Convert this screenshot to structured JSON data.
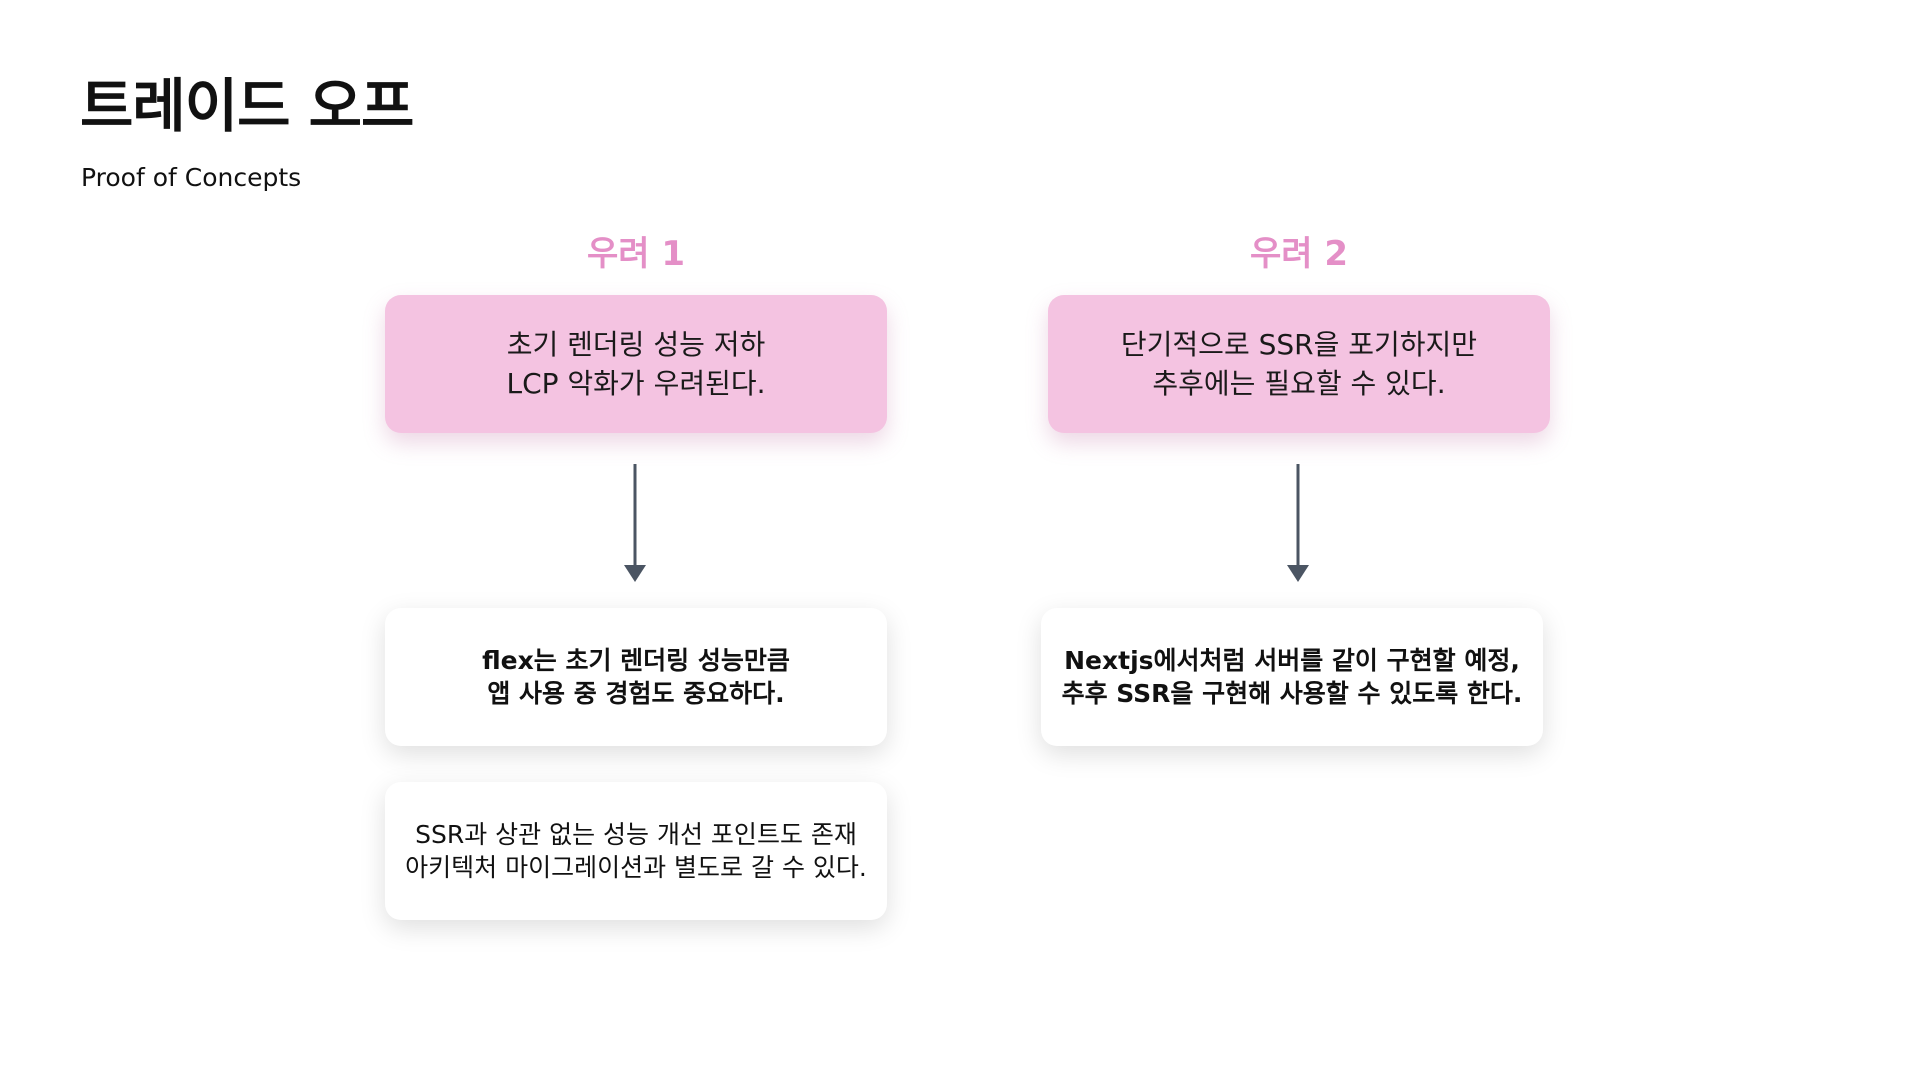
{
  "page": {
    "title": "트레이드 오프",
    "subtitle": "Proof of Concepts"
  },
  "columns": [
    {
      "heading": "우려 1",
      "concern": "초기 렌더링 성능 저하\nLCP 악화가 우려된다.",
      "responses": [
        "flex는 초기 렌더링 성능만큼\n앱 사용 중 경험도 중요하다.",
        "SSR과 상관 없는 성능 개선 포인트도 존재\n아키텍처 마이그레이션과 별도로 갈 수 있다."
      ]
    },
    {
      "heading": "우려 2",
      "concern": "단기적으로 SSR을 포기하지만\n추후에는 필요할 수 있다.",
      "responses": [
        "Nextjs에서처럼 서버를 같이 구현할 예정,\n추후 SSR을 구현해 사용할 수 있도록 한다."
      ]
    }
  ],
  "colors": {
    "heading_accent": "#e48fc7",
    "concern_card_bg": "#f4c3e1",
    "arrow": "#4b5563"
  },
  "icons": {
    "arrow": "arrow-down-icon"
  }
}
